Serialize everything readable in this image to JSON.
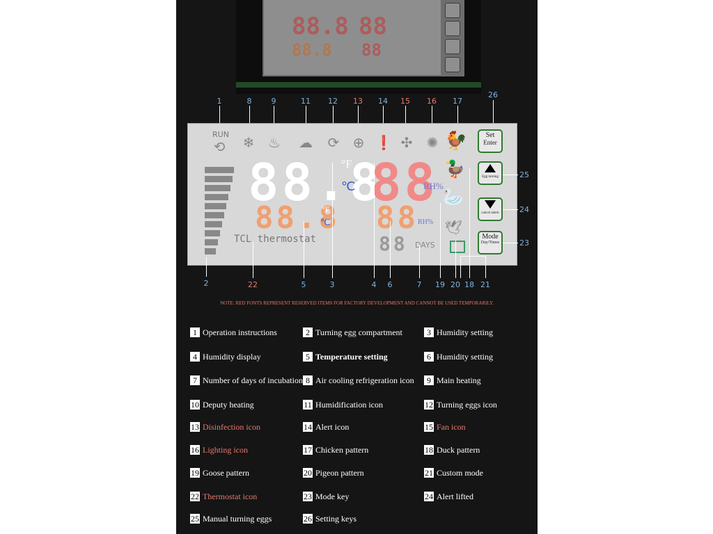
{
  "lcd": {
    "run_label": "RUN",
    "temp_main": "88.8",
    "temp_unit_f": "°F",
    "temp_unit_c": "℃",
    "humidity_main": "88",
    "humidity_unit": "RH%",
    "temp_setting": "88.8",
    "temp_setting_unit_f": "°F",
    "temp_setting_unit_c": "℃",
    "humidity_setting": "88",
    "humidity_setting_unit": "RH%",
    "days_digits": "88",
    "days_label": "DAYS",
    "thermostat_label": "TCL thermostat"
  },
  "keys": {
    "set_label": "Set",
    "enter_label": "Enter",
    "egg_turning_label": "Egg turning",
    "cancel_alarm_label": "cancel alarm",
    "mode_label": "Mode",
    "day_times_label": "Day/Times"
  },
  "callouts": {
    "n1": "1",
    "n2": "2",
    "n3": "3",
    "n4": "4",
    "n5": "5",
    "n6": "6",
    "n7": "7",
    "n8": "8",
    "n9": "9",
    "n11": "11",
    "n12": "12",
    "n13": "13",
    "n14": "14",
    "n15": "15",
    "n16": "16",
    "n17": "17",
    "n18": "18",
    "n19": "19",
    "n20": "20",
    "n21": "21",
    "n22": "22",
    "n23": "23",
    "n24": "24",
    "n25": "25",
    "n26": "26"
  },
  "note": "NOTE: RED FONTS REPRESENT RESERVED ITEMS FOR FACTORY DEVELOPMENT AND CANNOT BE USED TEMPORARILY.",
  "legend": [
    {
      "num": "1",
      "text": "Operation instructions"
    },
    {
      "num": "2",
      "text": "Turning egg compartment"
    },
    {
      "num": "3",
      "text": "Humidity setting"
    },
    {
      "num": "4",
      "text": "Humidity display"
    },
    {
      "num": "5",
      "text": "Temperature setting"
    },
    {
      "num": "6",
      "text": "Humidity setting"
    },
    {
      "num": "7",
      "text": "Number of days of incubation"
    },
    {
      "num": "8",
      "text": "Air cooling refrigeration icon"
    },
    {
      "num": "9",
      "text": "Main heating"
    },
    {
      "num": "10",
      "text": "Deputy heating"
    },
    {
      "num": "11",
      "text": "Humidification icon"
    },
    {
      "num": "12",
      "text": "Turning eggs icon"
    },
    {
      "num": "13",
      "text": "Disinfection icon"
    },
    {
      "num": "14",
      "text": "Alert icon"
    },
    {
      "num": "15",
      "text": "Fan icon"
    },
    {
      "num": "16",
      "text": "Lighting icon"
    },
    {
      "num": "17",
      "text": "Chicken pattern"
    },
    {
      "num": "18",
      "text": "Duck pattern"
    },
    {
      "num": "19",
      "text": "Goose pattern"
    },
    {
      "num": "20",
      "text": "Pigeon pattern"
    },
    {
      "num": "21",
      "text": "Custom mode"
    },
    {
      "num": "22",
      "text": "Thermostat icon"
    },
    {
      "num": "23",
      "text": "Mode key"
    },
    {
      "num": "24",
      "text": "Alert lifted"
    },
    {
      "num": "25",
      "text": "Manual turning eggs"
    },
    {
      "num": "26",
      "text": "Setting keys"
    }
  ],
  "icons": [
    "turning-egg-icon",
    "snowflake-icon",
    "flame-icon",
    "cloud-rain-icon",
    "turning-eggs-icon",
    "plus-circle-icon",
    "alert-icon",
    "fan-icon",
    "bulb-icon",
    "chicken-icon",
    "duck-icon",
    "goose-icon",
    "pigeon-icon"
  ],
  "colors": {
    "reserved": "#e8796b",
    "callout": "#7fb4de",
    "key_border": "#2f7a2f"
  }
}
